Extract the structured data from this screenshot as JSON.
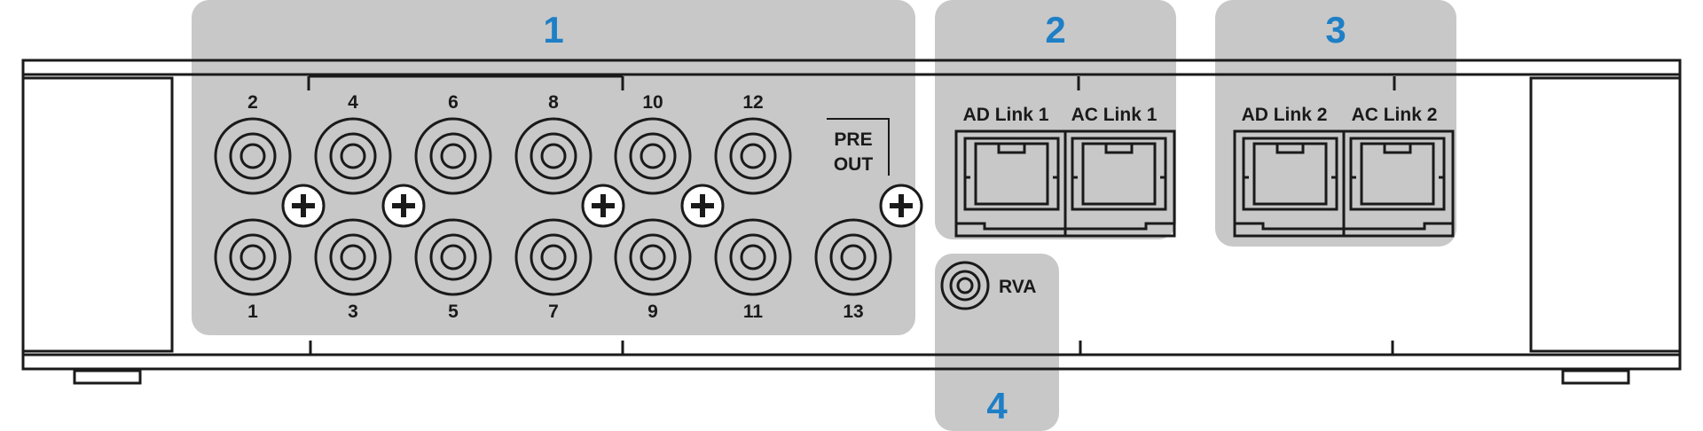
{
  "colors": {
    "section_fill": "#c8c8c8",
    "section_number": "#1e7fc6",
    "line": "#1a1a1a"
  },
  "sections": {
    "s1": "1",
    "s2": "2",
    "s3": "3",
    "s4": "4"
  },
  "rca_outputs": {
    "top_labels": [
      "2",
      "4",
      "6",
      "8",
      "10",
      "12"
    ],
    "bottom_labels": [
      "1",
      "3",
      "5",
      "7",
      "9",
      "11",
      "13"
    ],
    "pre_out_line1": "PRE",
    "pre_out_line2": "OUT"
  },
  "links": {
    "ad1": "AD Link 1",
    "ac1": "AC Link 1",
    "ad2": "AD Link 2",
    "ac2": "AC Link 2"
  },
  "rva": {
    "label": "RVA"
  },
  "icons": {
    "screw": "plus-screw-icon",
    "rca": "rca-jack-icon",
    "rj45": "rj45-port-icon"
  }
}
